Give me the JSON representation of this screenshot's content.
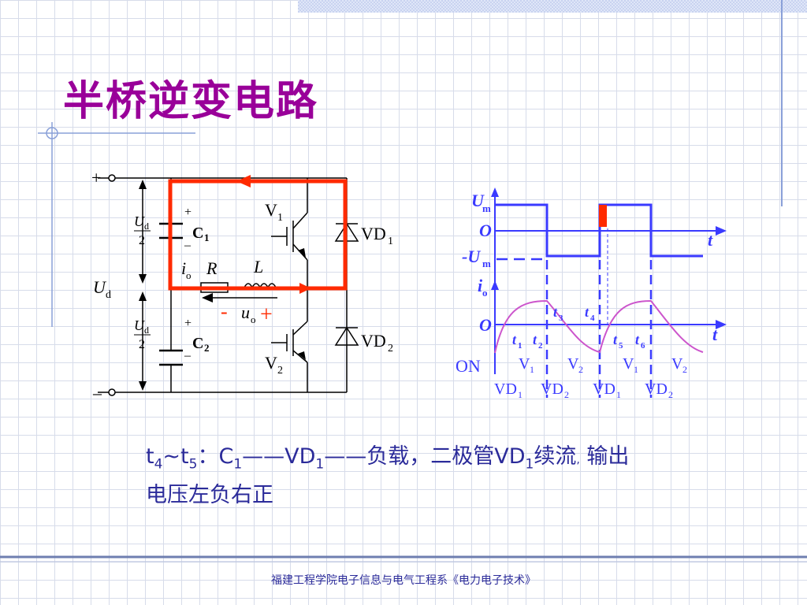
{
  "slide": {
    "title": "半桥逆变电路",
    "colors": {
      "title": "#990099",
      "accent_red": "#ff2a00",
      "wave_blue": "#3a3aff",
      "wave_purple": "#cc55cc"
    }
  },
  "circuit": {
    "labels": {
      "plus_terminal": "+",
      "minus_terminal": "–",
      "ud_half_top_num": "U",
      "ud_sub": "d",
      "half_den": "2",
      "ud_main": "U",
      "c1": "C",
      "c1_sub": "1",
      "c2": "C",
      "c2_sub": "2",
      "cap_plus": "+",
      "cap_minus": "–",
      "io": "i",
      "io_sub": "o",
      "r": "R",
      "l": "L",
      "uo": "u",
      "uo_sub": "o",
      "uo_minus": "-",
      "uo_plus": "+",
      "v1": "V",
      "v1_sub": "1",
      "v2": "V",
      "v2_sub": "2",
      "vd1": "VD",
      "vd1_sub": "1",
      "vd2": "VD",
      "vd2_sub": "2"
    }
  },
  "waveform": {
    "labels": {
      "um": "U",
      "um_sub": "m",
      "neg_um": "-U",
      "origin": "O",
      "t_axis": "t",
      "io": "i",
      "io_sub": "o",
      "t1": "t",
      "t1_sub": "1",
      "t2": "t",
      "t2_sub": "2",
      "t3": "t",
      "t3_sub": "3",
      "t4": "t",
      "t4_sub": "4",
      "t5": "t",
      "t5_sub": "5",
      "t6": "t",
      "t6_sub": "6",
      "on": "ON"
    },
    "on_row": [
      {
        "name": "V",
        "sub": "1"
      },
      {
        "name": "V",
        "sub": "2"
      },
      {
        "name": "V",
        "sub": "1"
      },
      {
        "name": "V",
        "sub": "2"
      }
    ],
    "diode_row": [
      {
        "name": "VD",
        "sub": "1"
      },
      {
        "name": "VD",
        "sub": "2"
      },
      {
        "name": "VD",
        "sub": "1"
      },
      {
        "name": "VD",
        "sub": "2"
      }
    ]
  },
  "caption": {
    "t_a": "t",
    "t_a_sub": "4",
    "tilde": "~",
    "t_b": "t",
    "t_b_sub": "5",
    "colon": "：",
    "c": "C",
    "c_sub": "1",
    "dash1": "——",
    "vd": "VD",
    "vd_sub": "1",
    "dash2": "——",
    "text1": "负载，二极管",
    "vd_b": "VD",
    "vd_b_sub": "1",
    "text2": "续流",
    "comma": ",",
    "text3": "输出",
    "line2": "电压左负右正"
  },
  "footer": {
    "text": "福建工程学院电子信息与电气工程系《电力电子技术》"
  }
}
